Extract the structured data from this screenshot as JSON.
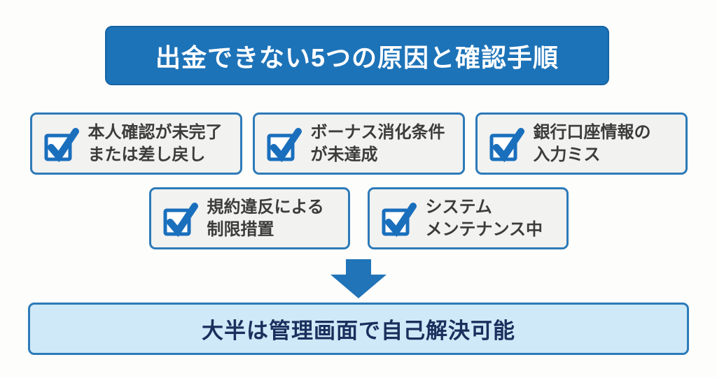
{
  "title": {
    "label": "出金できない5つの原因と確認手順"
  },
  "causes": [
    {
      "line1": "本人確認が未完了",
      "line2": "または差し戻し"
    },
    {
      "line1": "ボーナス消化条件",
      "line2": "が未達成"
    },
    {
      "line1": "銀行口座情報の",
      "line2": "入力ミス"
    },
    {
      "line1": "規約違反による",
      "line2": "制限措置"
    },
    {
      "line1": "システム",
      "line2": "メンテナンス中"
    }
  ],
  "conclusion": {
    "label": "大半は管理画面で自己解決可能"
  },
  "icons": {
    "checkbox": "checked-checkbox-icon",
    "arrow": "down-arrow-icon"
  },
  "colors": {
    "page_bg": "#fdfdfc",
    "title_bg": "#1d73b8",
    "title_text": "#ffffff",
    "box_fill": "#f2f2f0",
    "box_border": "#2d7ab8",
    "box_text": "#3c3c3c",
    "checkbox_blue": "#1a6fbd",
    "arrow_blue": "#2174b8",
    "conclusion_bg": "#cfe9f8",
    "conclusion_border": "#2d7ab8",
    "conclusion_text": "#1b2f5d"
  }
}
